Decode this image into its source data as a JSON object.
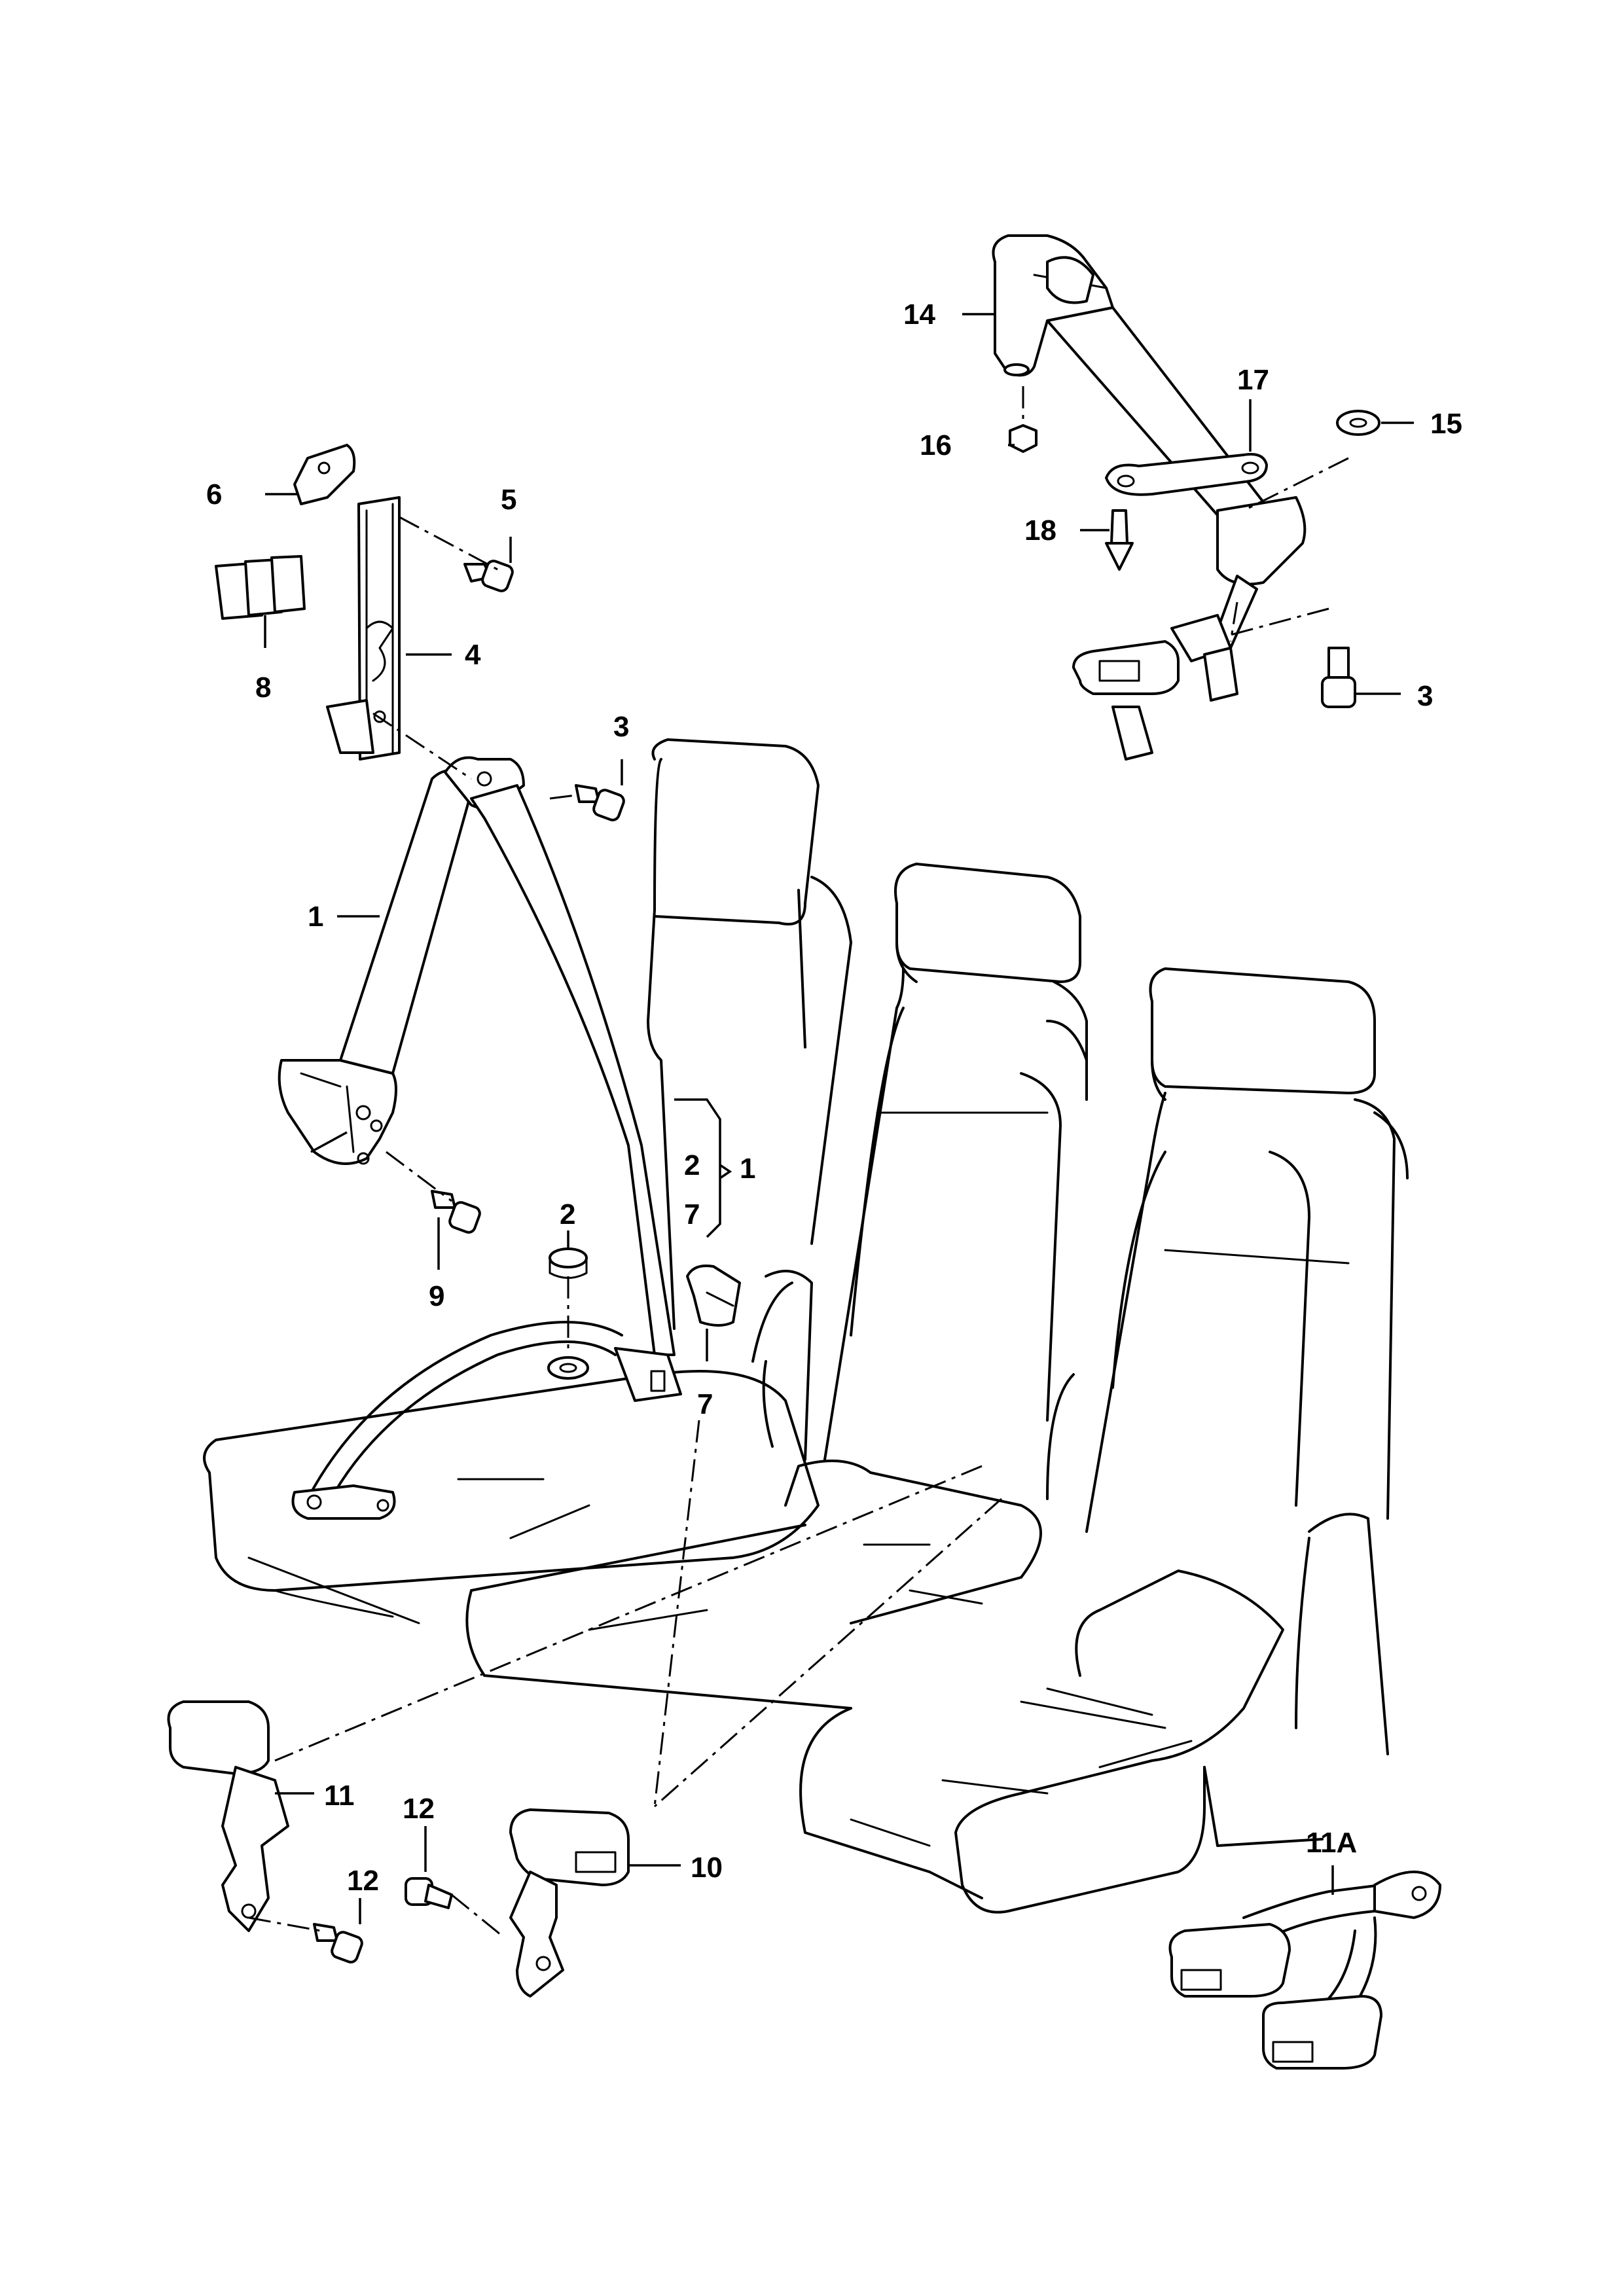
{
  "diagram": {
    "callouts": {
      "c1_belt": "1",
      "c1_group": "1",
      "c2_belt": "2",
      "c2_cap": "2",
      "c3_upper": "3",
      "c3_right": "3",
      "c4": "4",
      "c5": "5",
      "c6": "6",
      "c7_group": "7",
      "c7_guide": "7",
      "c8": "8",
      "c9": "9",
      "c10": "10",
      "c11": "11",
      "c11a": "11A",
      "c12_left": "12",
      "c12_mid": "12",
      "c14": "14",
      "c15": "15",
      "c16": "16",
      "c17": "17",
      "c18": "18"
    }
  }
}
